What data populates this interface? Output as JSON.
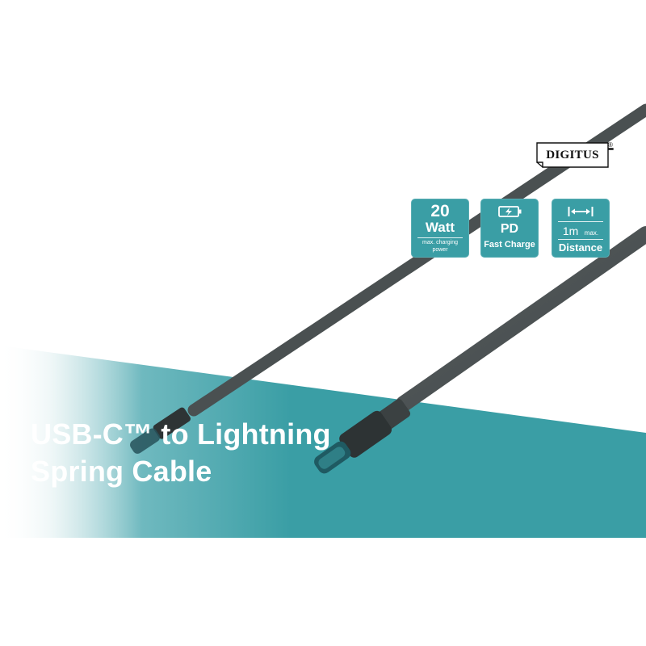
{
  "brand": {
    "logo_text": "DIGITUS",
    "registered_mark": "®"
  },
  "badges": [
    {
      "icon": "text-20",
      "line1": "20",
      "line2": "Watt",
      "caption": "max. charging power"
    },
    {
      "icon": "battery-bolt-icon",
      "line1": "PD",
      "line2": "Fast Charge"
    },
    {
      "icon": "arrow-length-icon",
      "line1": "1m",
      "line1_suffix": "max.",
      "line2": "Distance"
    }
  ],
  "headline": {
    "line1": "USB-C™ to Lightning",
    "line2": "Spring Cable"
  },
  "colors": {
    "teal": "#3a9ea5",
    "teal_dark": "#2f8c93",
    "cable": "#4b5152",
    "background": "#ffffff"
  }
}
